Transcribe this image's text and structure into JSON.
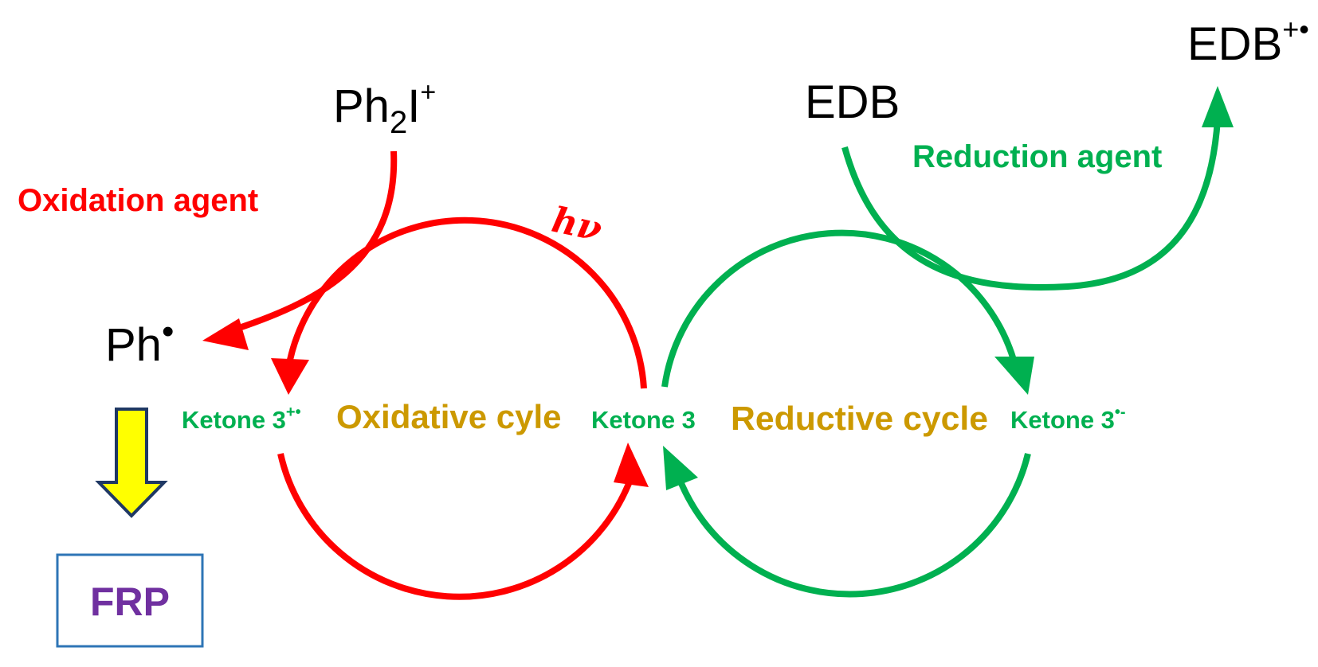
{
  "colors": {
    "red": "#ff0000",
    "green": "#00b050",
    "gold": "#cc9900",
    "purple": "#7030a0",
    "blue": "#2e75b6",
    "yellow": "#ffff00",
    "navy": "#1f3864"
  },
  "labels": {
    "ph2i_main": "Ph",
    "ph2i_sub": "2",
    "ph2i_rest": "I",
    "ph2i_sup": "+",
    "ph_main": "Ph",
    "ph_sup": "•",
    "edb": "EDB",
    "edb_rad_main": "EDB",
    "edb_rad_sup": "+•",
    "oxidation_agent": "Oxidation agent",
    "reduction_agent": "Reduction agent",
    "hv_h": "h",
    "hv_nu": "ν",
    "ketone_cation_main": "Ketone 3",
    "ketone_cation_sup": "+•",
    "ketone_center": "Ketone 3",
    "ketone_anion_main": "Ketone 3",
    "ketone_anion_sup": "•-",
    "oxidative_cycle": "Oxidative cyle",
    "reductive_cycle": "Reductive cycle",
    "frp": "FRP"
  }
}
